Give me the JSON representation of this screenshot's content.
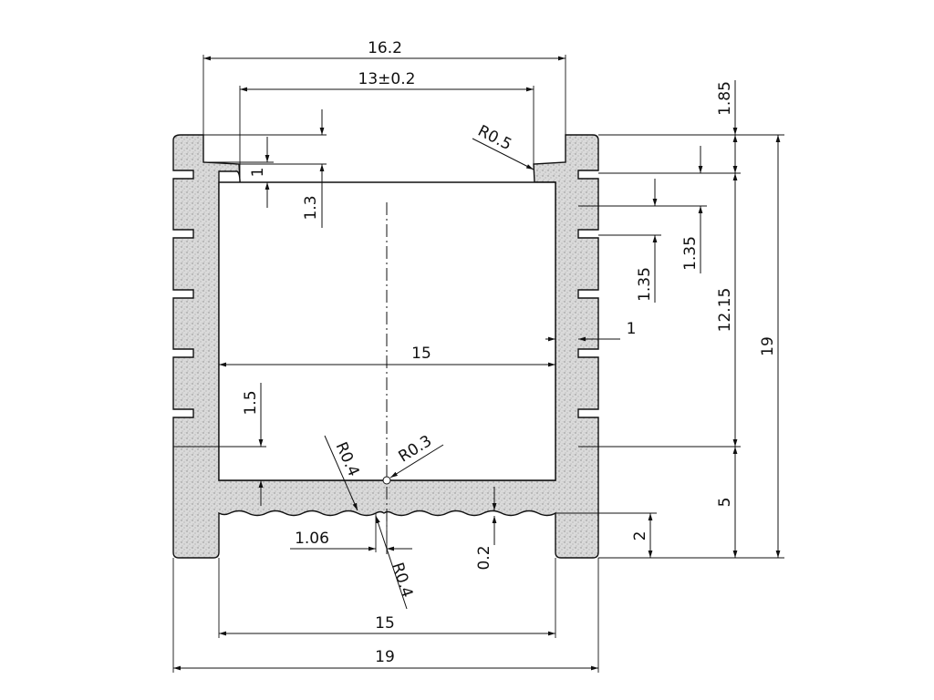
{
  "diagram": {
    "type": "technical-drawing",
    "subject": "heatsink enclosure extrusion cross-section",
    "labels": {
      "top_outer_width": "16.2",
      "top_inner_opening": "13±0.2",
      "left_lip_thickness": "1",
      "left_lip_depth": "1.3",
      "right_lip_radius": "R0.5",
      "top_flange": "1.85",
      "fin_pitch_a": "1.35",
      "fin_pitch_b": "1.35",
      "wall_thickness": "1",
      "fin_region_height": "12.15",
      "total_height": "19",
      "inner_width": "15",
      "floor_thickness": "1.5",
      "groove_radius_left": "R0.4",
      "groove_radius_center": "R0.3",
      "groove_radius_bottom": "R0.4",
      "groove_spacing": "1.06",
      "ripple_depth": "0.2",
      "base_section_height": "5",
      "foot_height": "2",
      "bottom_inner_width": "15",
      "bottom_total_width": "19"
    }
  }
}
